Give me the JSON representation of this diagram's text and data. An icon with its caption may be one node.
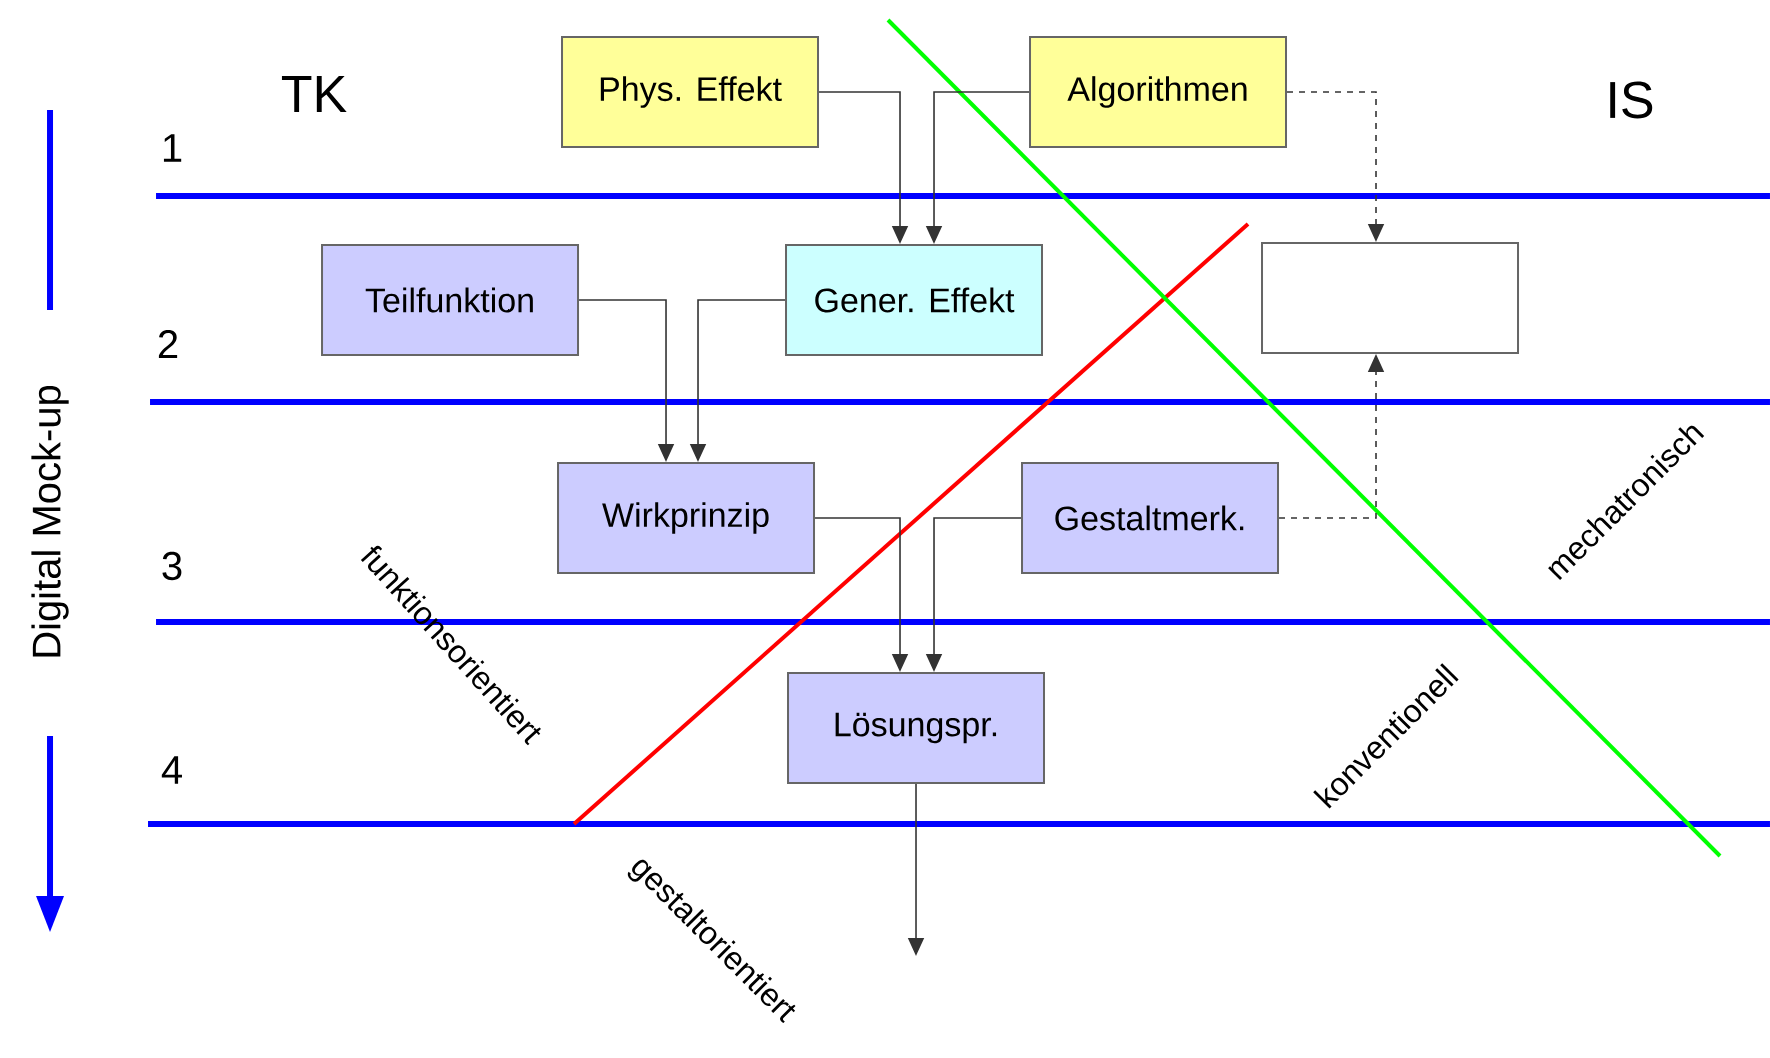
{
  "diagram": {
    "nodes": [
      {
        "text": [
          "Phys. Effekt"
        ]
      },
      {
        "text": [
          "Algorithmen"
        ]
      },
      {
        "text": [
          "Teilfunktion"
        ]
      },
      {
        "text": [
          "Gener. Effekt"
        ]
      },
      {
        "text": [],
        "shape": "box"
      },
      {
        "text": [
          "Wirkprinzip"
        ]
      },
      {
        "text": [
          "Gestaltmerk."
        ]
      },
      {
        "text": [
          "Lösungspr."
        ]
      }
    ],
    "edges": [
      {
        "from": 0,
        "to": 3,
        "arrow": "to"
      },
      {
        "from": 1,
        "to": 3,
        "arrow": "to"
      },
      {
        "from": 1,
        "to": 4,
        "arrow": "to",
        "style": "dashed"
      },
      {
        "from": 2,
        "to": 5,
        "arrow": "to"
      },
      {
        "from": 3,
        "to": 5,
        "arrow": "to"
      },
      {
        "from": 6,
        "to": 4,
        "arrow": "to",
        "style": "dashed"
      },
      {
        "from": 5,
        "to": 7,
        "arrow": "to"
      },
      {
        "from": 6,
        "to": 7,
        "arrow": "to"
      },
      {
        "from": 7,
        "to": null,
        "arrow": "to"
      }
    ],
    "labels": [
      "TK",
      "IS",
      "1",
      "2",
      "3",
      "4",
      "Digital Mock-up",
      "funktionsorientiert",
      "mechatronisch",
      "konventionell",
      "gestaltorientiert"
    ]
  }
}
